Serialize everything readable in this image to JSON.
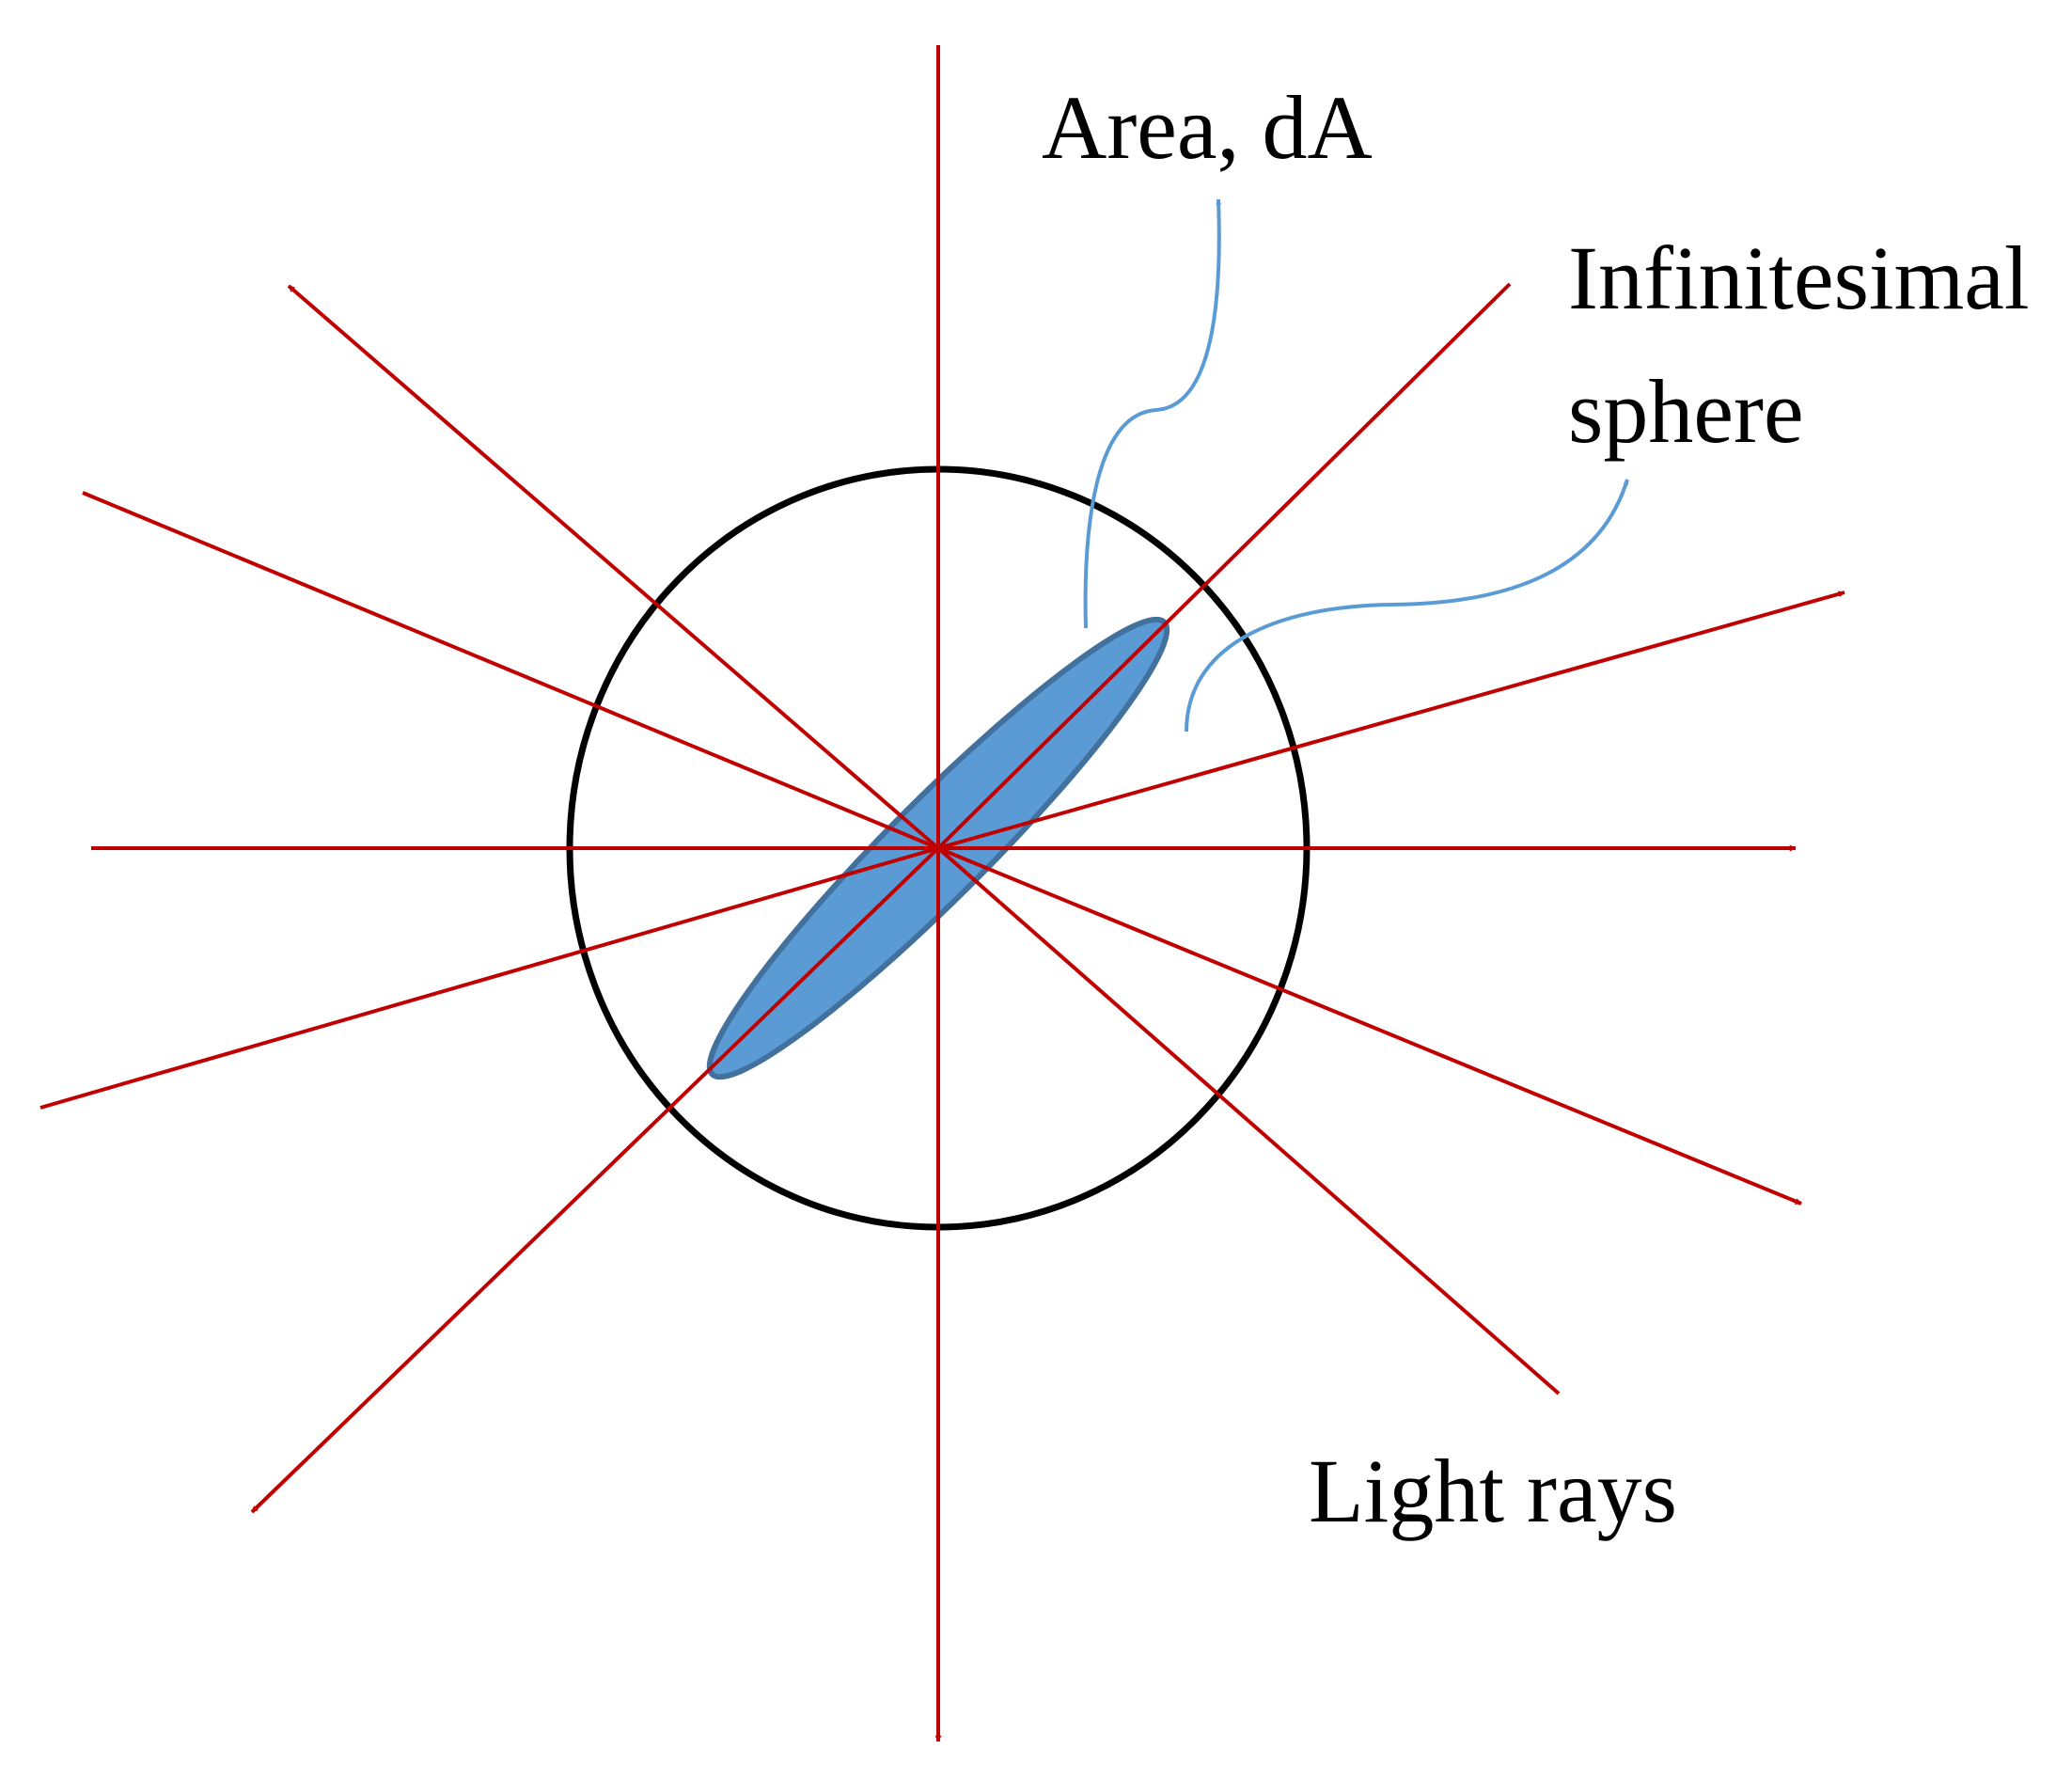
{
  "labels": {
    "area": "Area, dA",
    "sphere_line1": "Infinitesimal",
    "sphere_line2": "sphere",
    "rays": "Light rays"
  },
  "colors": {
    "ray": "#c00000",
    "sphere": "#000000",
    "area_fill": "#5b9bd5",
    "area_stroke": "#41719c",
    "callout": "#5b9bd5"
  }
}
